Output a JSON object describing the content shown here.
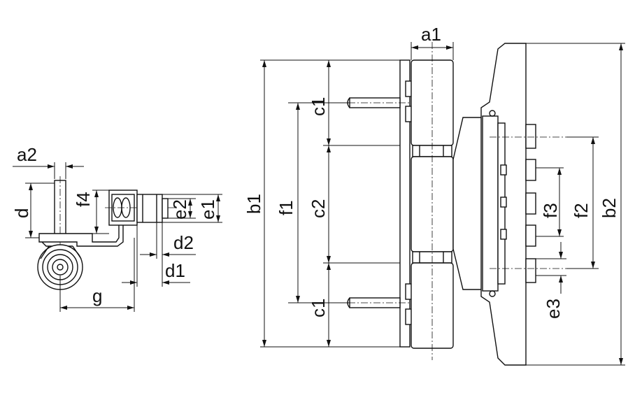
{
  "labels": {
    "a1": "a1",
    "a2": "a2",
    "b1": "b1",
    "b2": "b2",
    "c1_top": "c1",
    "c1_bottom": "c1",
    "c2": "c2",
    "d": "d",
    "d1": "d1",
    "d2": "d2",
    "e1": "e1",
    "e2": "e2",
    "e3": "e3",
    "f1": "f1",
    "f2": "f2",
    "f3": "f3",
    "f4": "f4",
    "g": "g"
  }
}
